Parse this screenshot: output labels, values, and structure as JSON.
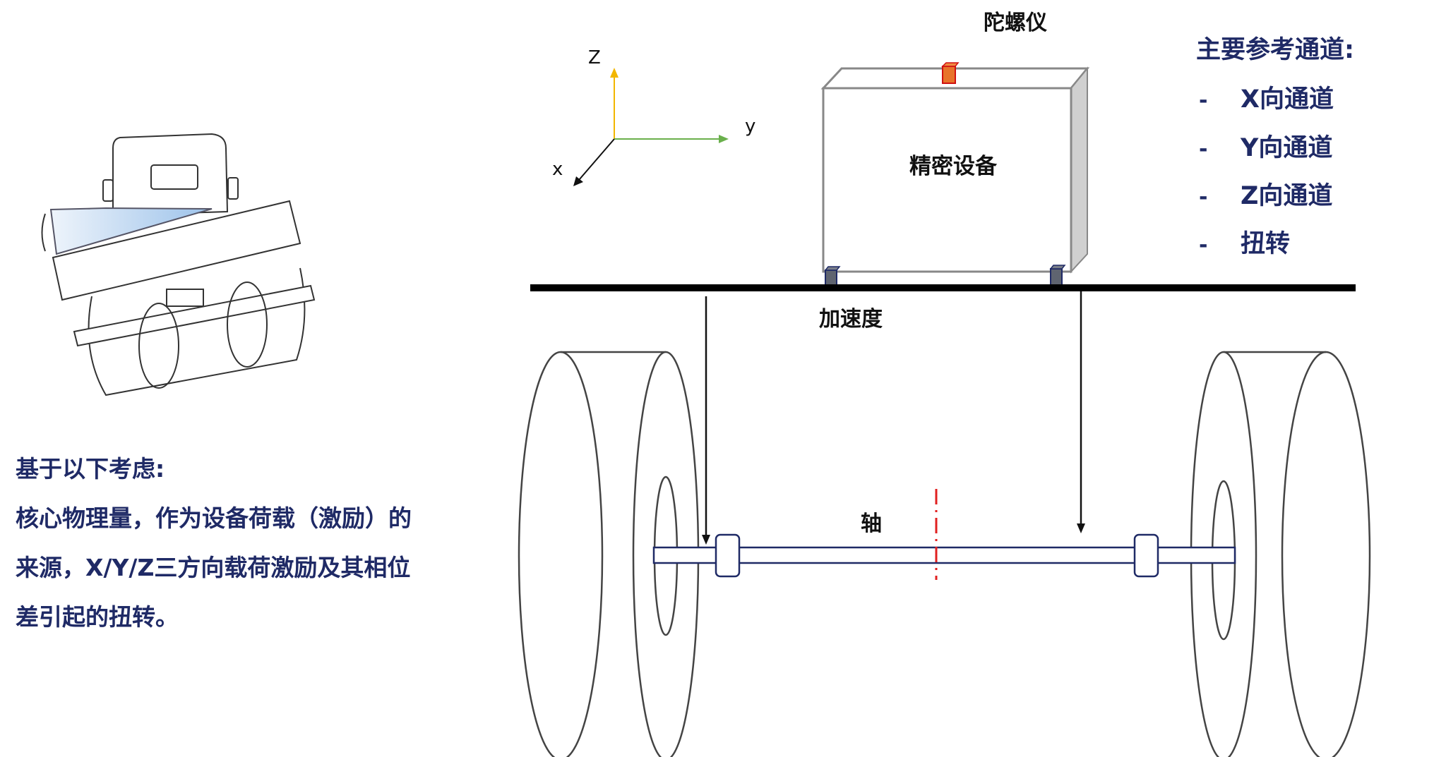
{
  "diagram": {
    "axes": {
      "z": "Z",
      "y": "y",
      "x": "x"
    },
    "labels": {
      "gyroscope": "陀螺仪",
      "equipment": "精密设备",
      "acceleration": "加速度",
      "axle": "轴"
    },
    "channels": {
      "title": "主要参考通道:",
      "bullet": "-",
      "items": [
        "X向通道",
        "Y向通道",
        "Z向通道",
        "扭转"
      ]
    },
    "considerations": {
      "title": "基于以下考虑:",
      "lines": [
        "核心物理量，作为设备荷载（激励）的",
        "来源，X/Y/Z三方向载荷激励及其相位",
        "差引起的扭转。"
      ]
    },
    "colors": {
      "text_navy": "#1f2a66",
      "gyro": "#e8732a",
      "accelerometer": "#5f6470",
      "axis_z": "#f2b600",
      "axis_y": "#6ab04c",
      "centerline": "#e02020"
    }
  }
}
